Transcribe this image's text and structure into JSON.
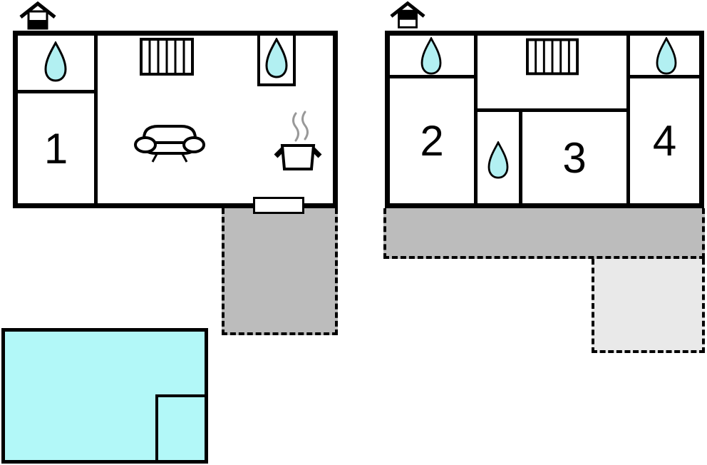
{
  "colors": {
    "wall": "#000000",
    "water": "#b2f0f2",
    "pool": "#b2f8f8",
    "terrace": "#bcbcbc",
    "terrace_light": "#e9e9e9",
    "steam": "#999999",
    "background": "#ffffff"
  },
  "icons": {
    "house-icon": "gabled hut pictogram (half-filled square under roof lines)",
    "water-drop-icon": "cyan teardrop outline",
    "radiator-icon": "rectangle with six vertical slats",
    "sofa-icon": "couch outline with oval armrests and splayed legs",
    "stove-icon": "cooking pot with side handles and rising steam",
    "door-icon": "white rectangle across wall opening",
    "pool": "cyan rectangle with corner step",
    "terrace": "grey dashed-outline patio"
  },
  "buildings": {
    "left": {
      "rooms": {
        "r1": {
          "label": "1"
        }
      }
    },
    "right": {
      "rooms": {
        "r2": {
          "label": "2"
        },
        "r3": {
          "label": "3"
        },
        "r4": {
          "label": "4"
        }
      }
    }
  }
}
